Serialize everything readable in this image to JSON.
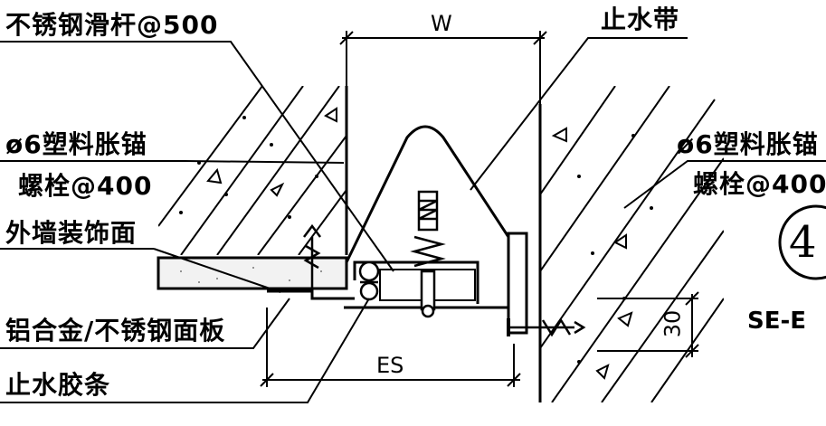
{
  "labels": {
    "slide_bar": "不锈钢滑杆@500",
    "waterstop": "止水带",
    "anchor_left_line1": "ø6塑料胀锚",
    "anchor_left_line2": "螺栓@400",
    "anchor_right_line1": "ø6塑料胀锚",
    "anchor_right_line2": "螺栓@400",
    "facade": "外墙装饰面",
    "panel": "铝合金/不锈钢面板",
    "seal_strip": "止水胶条"
  },
  "dimensions": {
    "width_label": "W",
    "gap_label": "ES",
    "depth_label": "30"
  },
  "detail": {
    "number": "4",
    "code": "SE-E"
  }
}
